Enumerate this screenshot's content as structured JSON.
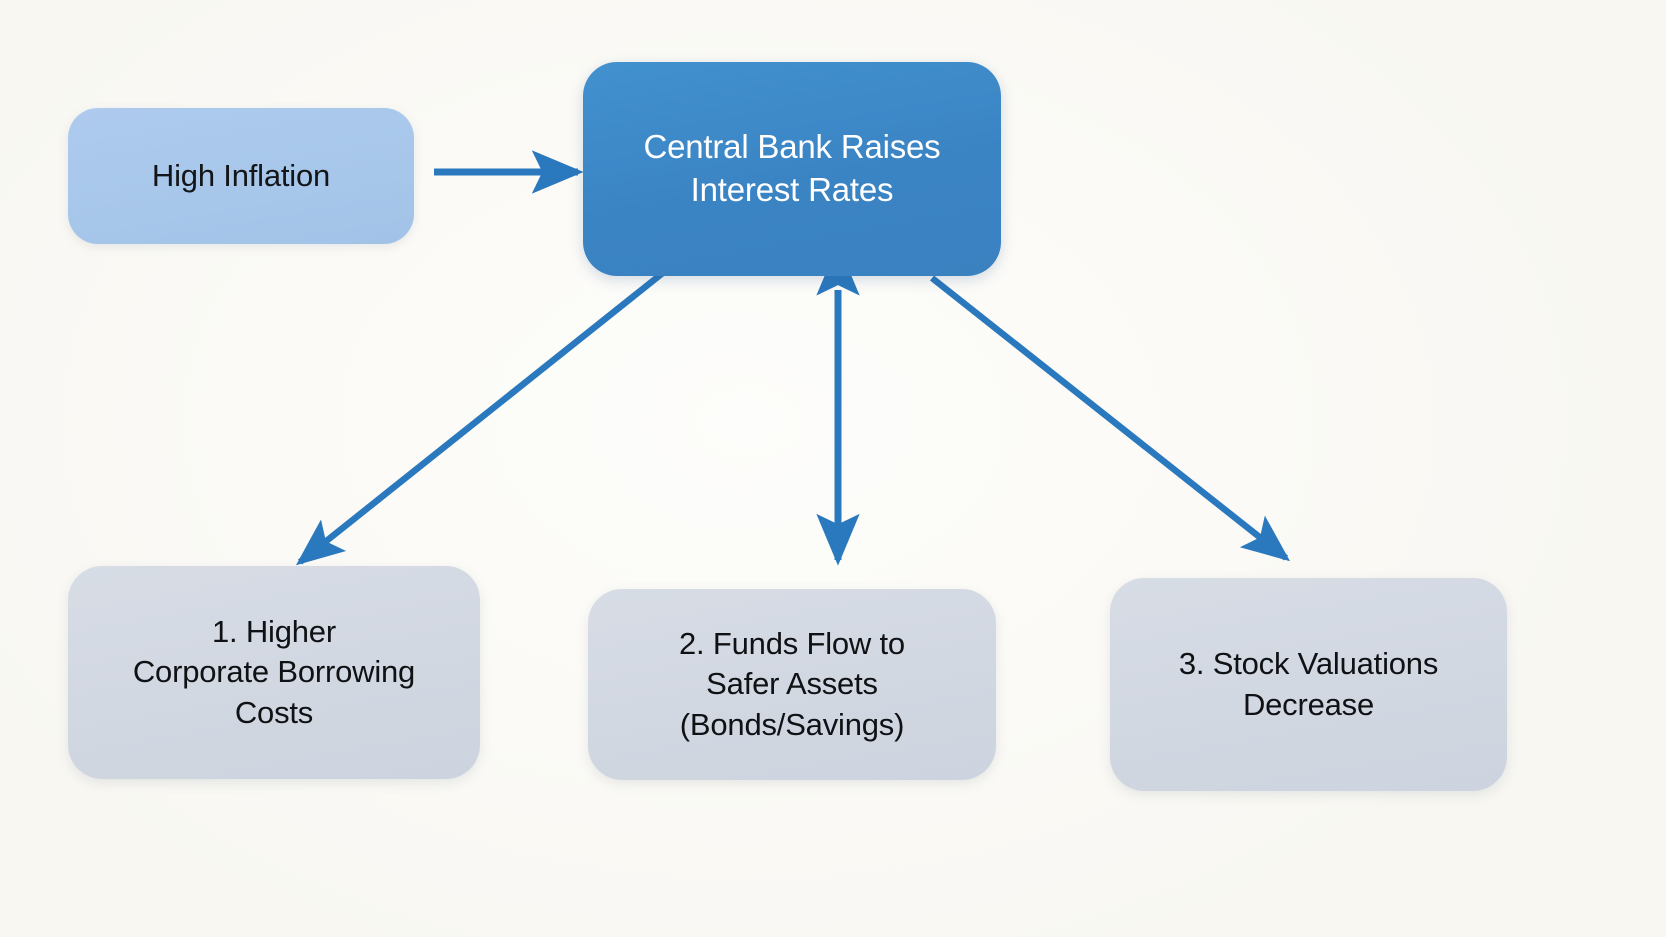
{
  "diagram": {
    "title": "Central Bank Interest Rate Effects Flowchart",
    "background_color": "#fbfaf6",
    "accent_color": "#2a78bd",
    "nodes": {
      "inflation": {
        "label": "High Inflation",
        "fill": "#a8c7ec",
        "text_color": "#131518"
      },
      "central": {
        "label": "Central Bank Raises\nInterest Rates",
        "fill": "#3d85c6",
        "text_color": "#ffffff"
      },
      "outcome_1": {
        "label": "1. Higher\nCorporate Borrowing\nCosts",
        "fill": "#d2d8e2",
        "text_color": "#101114"
      },
      "outcome_2": {
        "label": "2. Funds Flow to\nSafer Assets\n(Bonds/Savings)",
        "fill": "#d2d8e2",
        "text_color": "#101114"
      },
      "outcome_3": {
        "label": "3. Stock Valuations\nDecrease",
        "fill": "#d2d8e2",
        "text_color": "#101114"
      }
    },
    "edges": [
      {
        "id": "inflation-to-central",
        "from": "inflation",
        "to": "central",
        "style": "single-arrow",
        "color": "#2a78bd"
      },
      {
        "id": "central-to-outcome-1",
        "from": "central",
        "to": "outcome_1",
        "style": "single-arrow",
        "color": "#2a78bd"
      },
      {
        "id": "central-to-outcome-2",
        "from": "central",
        "to": "outcome_2",
        "style": "double-arrow",
        "color": "#2a78bd"
      },
      {
        "id": "central-to-outcome-3",
        "from": "central",
        "to": "outcome_3",
        "style": "single-arrow",
        "color": "#2a78bd"
      }
    ]
  }
}
